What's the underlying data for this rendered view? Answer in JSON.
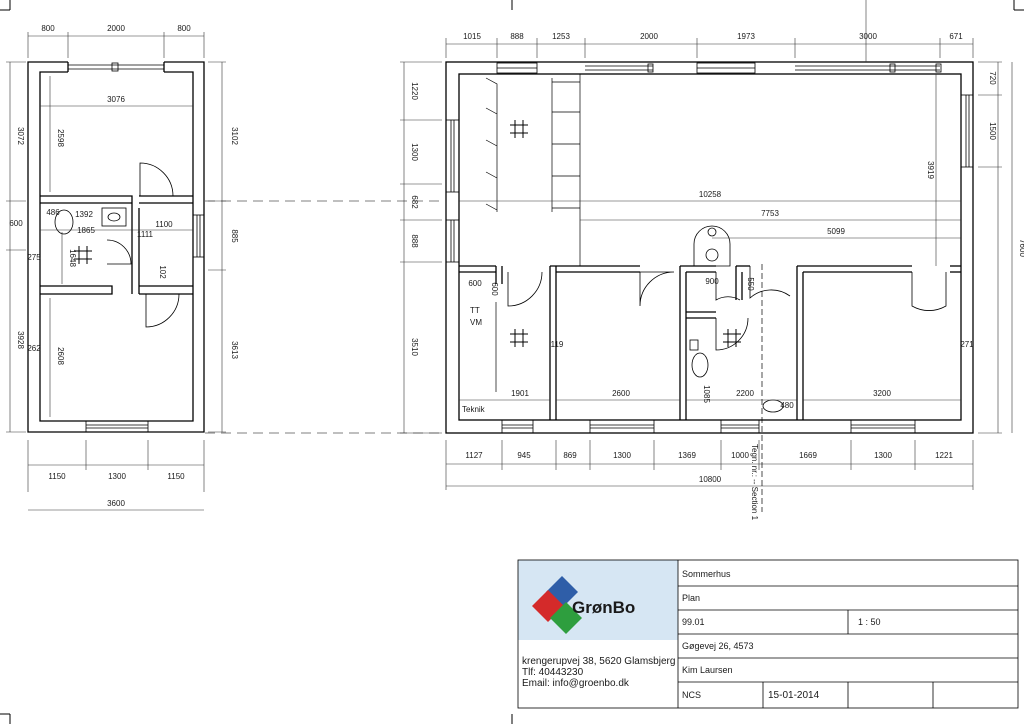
{
  "left_plan": {
    "top_dims": [
      "800",
      "2000",
      "800"
    ],
    "room_widths": [
      "3076",
      "1392",
      "1100",
      "486"
    ],
    "vertical_dims": [
      "3072",
      "600",
      "3928",
      "3102",
      "885",
      "3613"
    ],
    "room_heights": [
      "2598",
      "1648",
      "2608"
    ],
    "small_dims": [
      "1865",
      "1111",
      "102",
      "275",
      "262"
    ],
    "bottom_dims": [
      "1150",
      "1300",
      "1150"
    ],
    "total_width": "3600"
  },
  "right_plan": {
    "top_dims": [
      "1015",
      "888",
      "1253",
      "2000",
      "1973",
      "3000",
      "671"
    ],
    "left_dims": [
      "1220",
      "1300",
      "682",
      "888",
      "3510"
    ],
    "right_dims": [
      "720",
      "1500",
      "7600",
      "3919"
    ],
    "interior_dims": [
      "10258",
      "7753",
      "5099",
      "600",
      "600",
      "900",
      "550",
      "119",
      "1085",
      "480",
      "271"
    ],
    "room_widths": [
      "1901",
      "2600",
      "2200",
      "3200"
    ],
    "bottom_dims": [
      "1127",
      "945",
      "869",
      "1300",
      "1369",
      "1000",
      "1669",
      "1300",
      "1221"
    ],
    "total_width": "10800",
    "labels": {
      "tt": "TT",
      "vm": "VM",
      "teknik": "Teknik"
    },
    "section_label": "Tegn. nr.: -- Section 1"
  },
  "title_block": {
    "logo_text": "GrønBo",
    "address": "krengerupvej 38, 5620 Glamsbjerg",
    "phone": "Tlf: 40443230",
    "email": "Email: info@groenbo.dk",
    "project": "Sommerhus",
    "drawing": "Plan",
    "number": "99.01",
    "scale": "1 : 50",
    "site": "Gøgevej 26, 4573",
    "client": "Kim Laursen",
    "author": "NCS",
    "date": "15-01-2014",
    "logo_colors": {
      "red": "#d42a2a",
      "blue": "#2f5ea8",
      "green": "#2e9e3e",
      "grey": "#3a3a3a"
    }
  }
}
